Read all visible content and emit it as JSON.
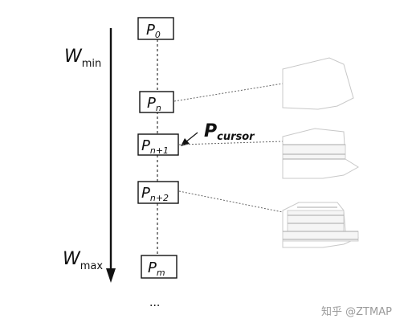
{
  "axis": {
    "top_label": {
      "base": "W",
      "sub": "min"
    },
    "bottom_label": {
      "base": "W",
      "sub": "max"
    }
  },
  "nodes": [
    {
      "base": "P",
      "sub": "0"
    },
    {
      "base": "P",
      "sub": "n"
    },
    {
      "base": "P",
      "sub": "n+1"
    },
    {
      "base": "P",
      "sub": "n+2"
    },
    {
      "base": "P",
      "sub": "m"
    }
  ],
  "cursor": {
    "base": "P",
    "sub": "cursor"
  },
  "ellipsis": "...",
  "watermark": "知乎 @ZTMAP",
  "colors": {
    "ink": "#111111",
    "shape_stroke": "#c8c8c8",
    "watermark": "#9a9a9a"
  }
}
